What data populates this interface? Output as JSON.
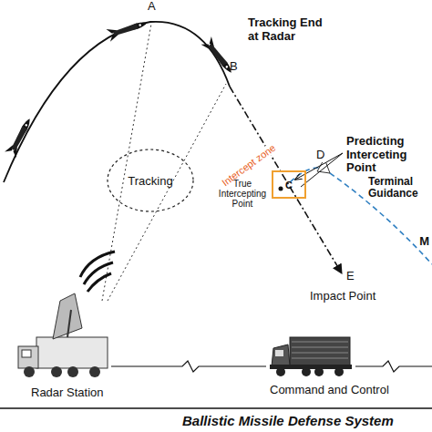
{
  "diagram": {
    "title": "Ballistic Missile Defense System",
    "nodes": [
      {
        "text": [
          "Tracking"
        ]
      },
      {
        "text": [
          "C"
        ]
      }
    ],
    "labels": [
      "A",
      "B",
      "Tracking End at Radar",
      "Intercept zone",
      "True Intercepting Point",
      "Predicting Interceting Point",
      "D",
      "Terminal Guidance",
      "M",
      "E",
      "Impact Point",
      "Radar Station",
      "Command and Control"
    ]
  }
}
